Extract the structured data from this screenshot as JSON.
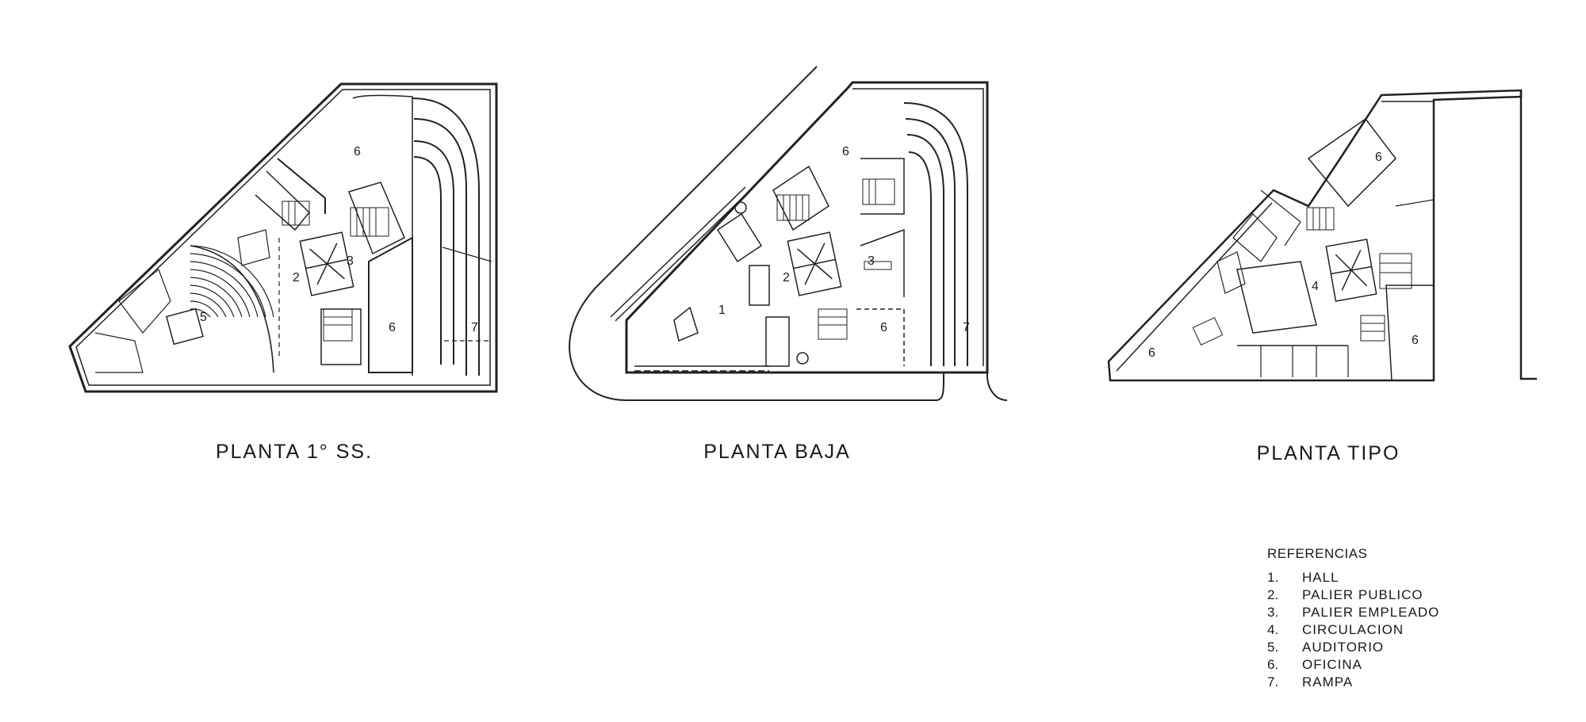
{
  "plans": [
    {
      "title": "PLANTA 1° SS.",
      "rooms": [
        "6",
        "2",
        "3",
        "5",
        "6",
        "7"
      ]
    },
    {
      "title": "PLANTA BAJA",
      "rooms": [
        "6",
        "1",
        "2",
        "3",
        "6",
        "7"
      ]
    },
    {
      "title": "PLANTA TIPO",
      "rooms": [
        "6",
        "4",
        "6",
        "6"
      ]
    }
  ],
  "legend": {
    "title": "REFERENCIAS",
    "items": [
      {
        "num": "1.",
        "label": "HALL"
      },
      {
        "num": "2.",
        "label": "PALIER PUBLICO"
      },
      {
        "num": "3.",
        "label": "PALIER EMPLEADO"
      },
      {
        "num": "4.",
        "label": "CIRCULACION"
      },
      {
        "num": "5.",
        "label": "AUDITORIO"
      },
      {
        "num": "6.",
        "label": "OFICINA"
      },
      {
        "num": "7.",
        "label": "RAMPA"
      }
    ]
  }
}
